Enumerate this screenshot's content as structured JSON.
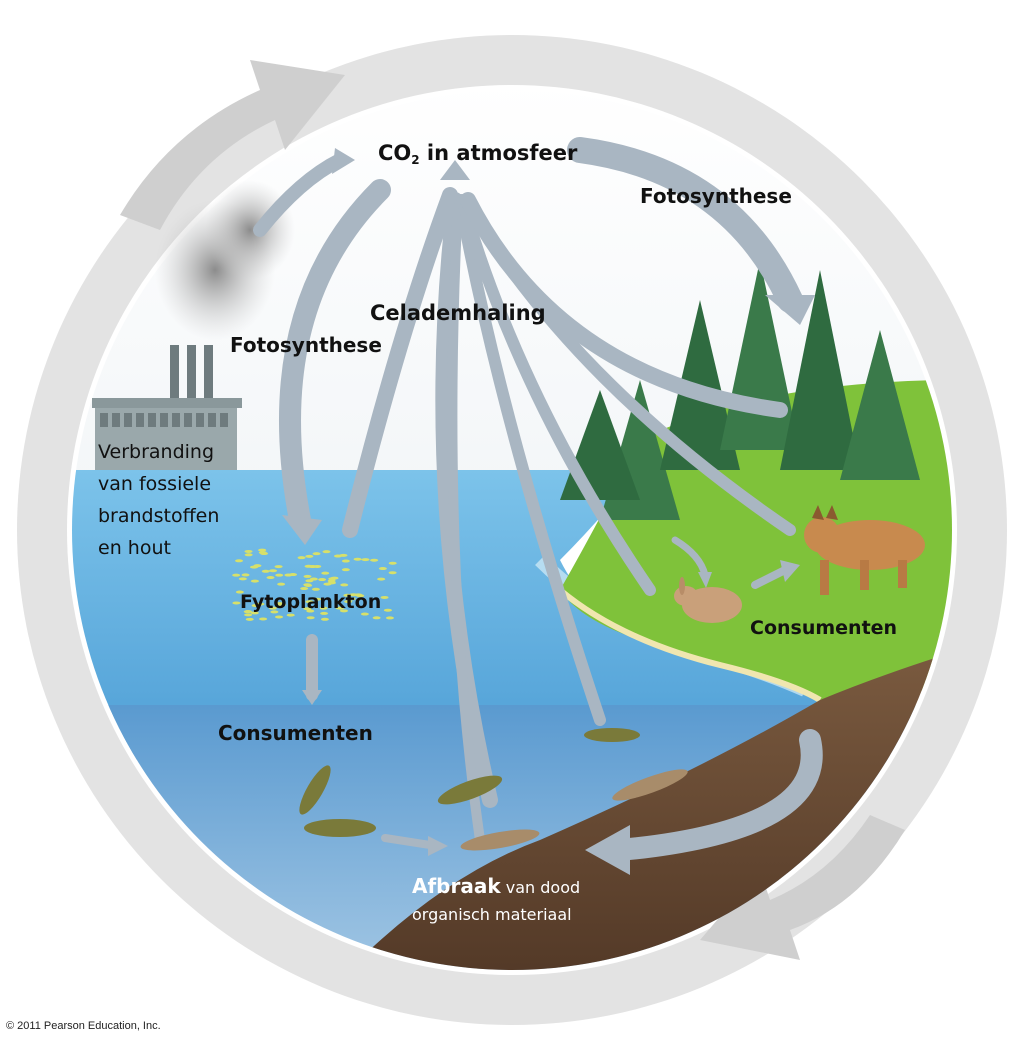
{
  "labels": {
    "co2_main": "CO",
    "co2_sub": "2",
    "co2_rest": " in atmosfeer",
    "photosynthesis_right": "Fotosynthese",
    "photosynthesis_left": "Fotosynthese",
    "respiration": "Celademhaling",
    "burning_line1": "Verbranding",
    "burning_line2": "van fossiele",
    "burning_line3": "brandstoffen",
    "burning_line4": "en hout",
    "phytoplankton": "Fytoplankton",
    "consumers_land": "Consumenten",
    "consumers_water": "Consumenten",
    "decay_bold": "Afbraak",
    "decay_rest": " van dood",
    "decay_line2": "organisch materiaal"
  },
  "copyright": "© 2011 Pearson Education, Inc.",
  "colors": {
    "arrow": "#a9b6c2",
    "ring": "#d9d9d9",
    "water_surface": "#5fb0de",
    "water_deep": "#3f82c0",
    "grass": "#7fc23a",
    "soil": "#6b4a33",
    "tree": "#2f6b40"
  }
}
